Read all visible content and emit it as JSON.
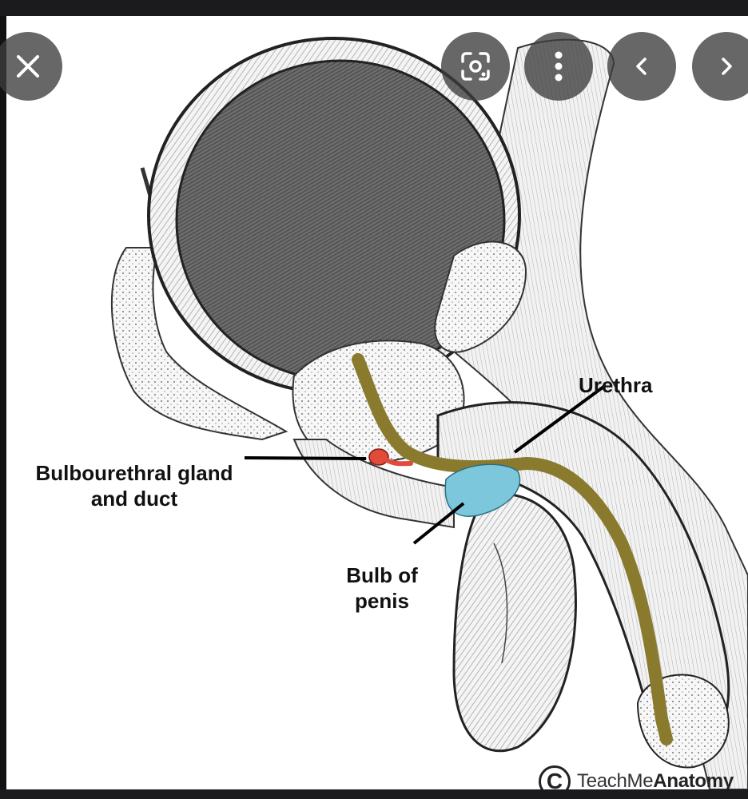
{
  "viewer": {
    "controls": {
      "close": "close-icon",
      "search_image": "lens-icon",
      "more": "more-vert-icon",
      "previous": "chevron-left-icon",
      "next": "chevron-right-icon"
    },
    "colors": {
      "background": "#121212",
      "control_bg": "#3c3c3c",
      "urethra": "#8a7a2e",
      "gland": "#e24a3a",
      "bulb": "#7cc7dc"
    }
  },
  "image": {
    "labels": {
      "urethra": "Urethra",
      "bulbourethral_line1": "Bulbourethral gland",
      "bulbourethral_line2": "and duct",
      "bulb_line1": "Bulb of",
      "bulb_line2": "penis"
    },
    "watermark": {
      "copyright": "C",
      "brand_light": "TeachMe",
      "brand_bold": "Anatomy"
    }
  }
}
